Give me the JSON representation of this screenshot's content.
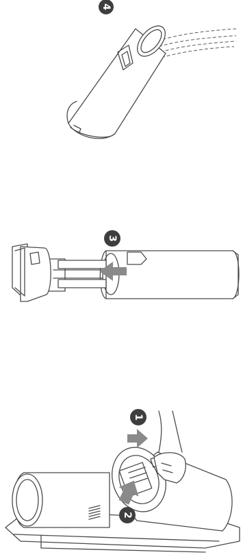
{
  "steps": [
    {
      "number": "4"
    },
    {
      "number": "3"
    },
    {
      "number": "1"
    },
    {
      "number": "2"
    }
  ],
  "colors": {
    "line": "#4a4a4a",
    "badge": "#3e3e3e",
    "arrow": "#8a8a8a",
    "background": "#ffffff"
  }
}
